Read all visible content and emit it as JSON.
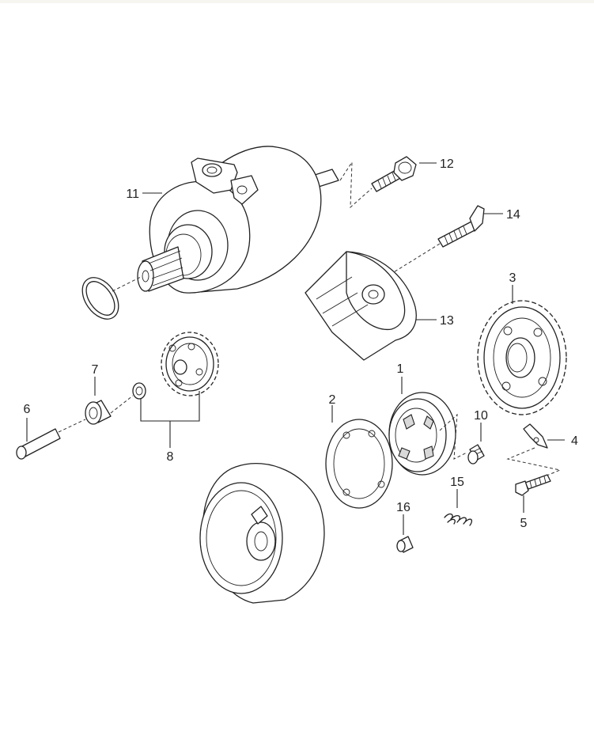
{
  "callouts": {
    "c1": "1",
    "c2": "2",
    "c3": "3",
    "c4": "4",
    "c5": "5",
    "c6": "6",
    "c7": "7",
    "c8": "8",
    "c10": "10",
    "c11": "11",
    "c12": "12",
    "c13": "13",
    "c14": "14",
    "c15": "15",
    "c16": "16"
  },
  "colors": {
    "line": "#222222",
    "background": "#ffffff",
    "top_band": "#f6f5ef"
  }
}
